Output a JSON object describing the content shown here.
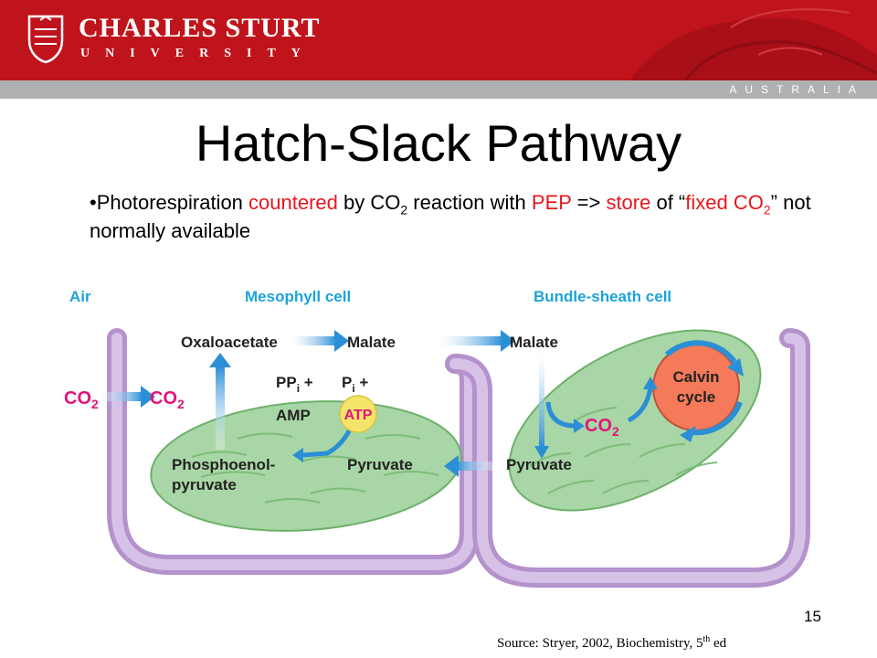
{
  "header": {
    "brand_name": "CHARLES STURT",
    "brand_sub": "UNIVERSITY",
    "country": "AUSTRALIA"
  },
  "slide": {
    "title": "Hatch-Slack Pathway",
    "bullet": {
      "p1": "•Photorespiration ",
      "countered": "countered",
      "p2": " by CO",
      "sub2a": "2",
      "p3": " reaction with ",
      "pep": "PEP",
      "p4": " => ",
      "store": "store",
      "p5": " of “",
      "fixed": "fixed CO",
      "sub2b": "2",
      "p6": "” not normally available"
    },
    "source_text": "Source: Stryer, 2002, Biochemistry, 5",
    "source_sup": "th",
    "source_end": " ed",
    "page_number": "15"
  },
  "diagram": {
    "labels": {
      "air": "Air",
      "mesophyll": "Mesophyll cell",
      "bundle_sheath": "Bundle-sheath cell"
    },
    "molecules": {
      "co2_air": "CO",
      "co2_meso": "CO",
      "co2_bundle": "CO",
      "co2_sub": "2",
      "oxaloacetate": "Oxaloacetate",
      "malate_meso": "Malate",
      "malate_bundle": "Malate",
      "ppi": "PP",
      "ppi_sub": "i",
      "ppi_plus": " +",
      "pi": "P",
      "pi_sub": "i",
      "pi_plus": " +",
      "amp": "AMP",
      "atp": "ATP",
      "pep_line1": "Phosphoenol-",
      "pep_line2": "pyruvate",
      "pyruvate_meso": "Pyruvate",
      "pyruvate_bundle": "Pyruvate",
      "calvin_line1": "Calvin",
      "calvin_line2": "cycle"
    },
    "colors": {
      "header_label": "#1ca3dc",
      "co2": "#e0157a",
      "arrow": "#2b8fd6",
      "cell_wall": "#c7a9d9",
      "chloroplast": "#a9d6a6",
      "calvin": "#f47a5a",
      "atp": "#f5e46a"
    }
  }
}
